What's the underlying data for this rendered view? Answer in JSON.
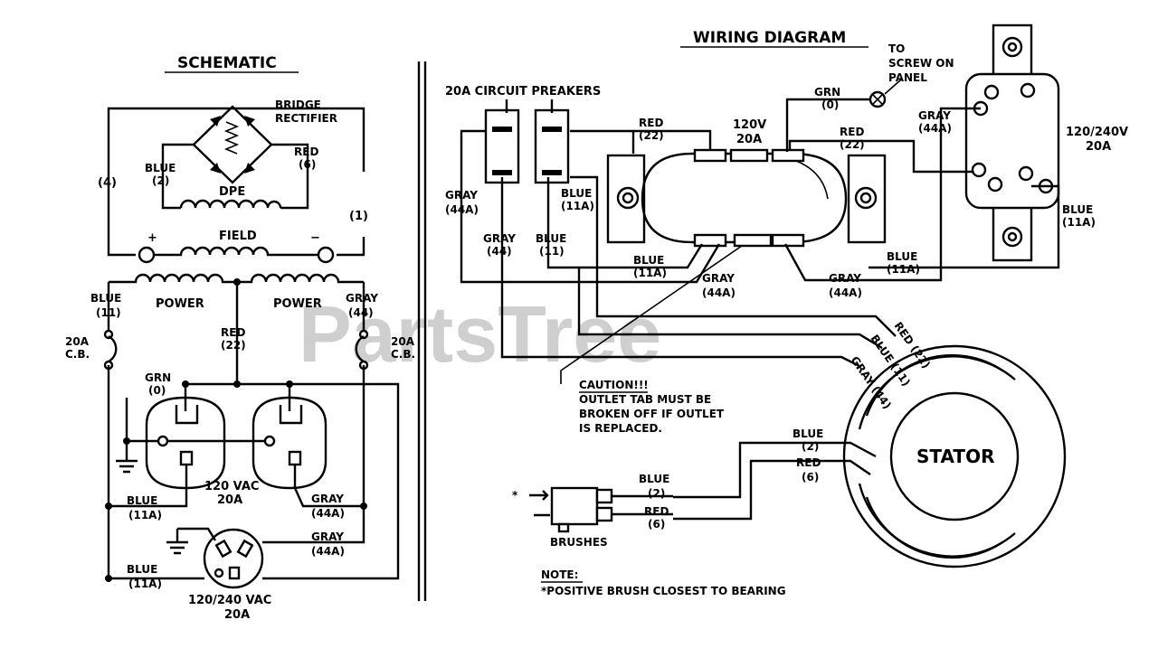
{
  "watermark": "PartsTree",
  "schematic": {
    "title": "SCHEMATIC",
    "bridge_rectifier": [
      "BRIDGE",
      "RECTIFIER"
    ],
    "blue2": [
      "BLUE",
      "(2)"
    ],
    "red6": [
      "RED",
      "(6)"
    ],
    "w4": "(4)",
    "w1": "(1)",
    "dpe": "DPE",
    "field": "FIELD",
    "plus": "+",
    "minus": "−",
    "power_left": "POWER",
    "power_right": "POWER",
    "blue11": [
      "BLUE",
      "(11)"
    ],
    "gray44": [
      "GRAY",
      "(44)"
    ],
    "red22": [
      "RED",
      "(22)"
    ],
    "cb_left": [
      "20A",
      "C.B."
    ],
    "cb_right": [
      "20A",
      "C.B."
    ],
    "grn0": [
      "GRN",
      "(0)"
    ],
    "outlet_120": [
      "120 VAC",
      "20A"
    ],
    "blue11a_1": [
      "BLUE",
      "(11A)"
    ],
    "gray44a_1": [
      "GRAY",
      "(44A)"
    ],
    "gray44a_2": [
      "GRAY",
      "(44A)"
    ],
    "blue11a_2": [
      "BLUE",
      "(11A)"
    ],
    "outlet_240": [
      "120/240 VAC",
      "20A"
    ]
  },
  "wiring": {
    "title": "WIRING DIAGRAM",
    "breakers": "20A CIRCUIT PREAKERS",
    "to_screw": [
      "TO",
      "SCREW ON",
      "PANEL"
    ],
    "grn0": [
      "GRN",
      "(0)"
    ],
    "red22_a": [
      "RED",
      "(22)"
    ],
    "outlet120": [
      "120V",
      "20A"
    ],
    "red22_b": [
      "RED",
      "(22)"
    ],
    "gray44a_top": [
      "GRAY",
      "(44A)"
    ],
    "outlet240": [
      "120/240V",
      "20A"
    ],
    "gray44a_left": [
      "GRAY",
      "(44A)"
    ],
    "blue11a_mid": [
      "BLUE",
      "(11A)"
    ],
    "gray44": [
      "GRAY",
      "(44)"
    ],
    "blue11": [
      "BLUE",
      "(11)"
    ],
    "blue11a_bot": [
      "BLUE",
      "(11A)"
    ],
    "gray44a_bot1": [
      "GRAY",
      "(44A)"
    ],
    "gray44a_bot2": [
      "GRAY",
      "(44A)"
    ],
    "blue11a_right2": [
      "BLUE",
      "(11A)"
    ],
    "blue11a_right": [
      "BLUE",
      "(11A)"
    ],
    "stator_red": "RED (22)",
    "stator_blue": "BLUE (11)",
    "stator_gray": "GRAY (44)",
    "caution_title": "CAUTION!!!",
    "caution_lines": [
      "OUTLET TAB MUST BE",
      "BROKEN OFF IF OUTLET",
      "IS REPLACED."
    ],
    "stator": "STATOR",
    "blue2_stator": [
      "BLUE",
      "(2)"
    ],
    "red6_stator": [
      "RED",
      "(6)"
    ],
    "blue2_brush": [
      "BLUE",
      "(2)"
    ],
    "red6_brush": [
      "RED",
      "(6)"
    ],
    "brushes": "BRUSHES",
    "brush_star": "*",
    "note_title": "NOTE:",
    "note_text": "*POSITIVE BRUSH CLOSEST TO BEARING"
  }
}
